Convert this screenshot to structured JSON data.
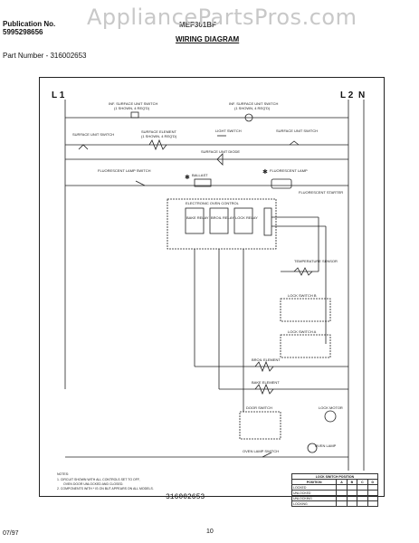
{
  "header": {
    "publication_label": "Publication No.",
    "publication_number": "5995298656",
    "model_code": "MEF301BF",
    "title": "WIRING DIAGRAM",
    "part_number": "Part Number - 316002653",
    "watermark": "AppliancePartsPros.com"
  },
  "diagram": {
    "line_labels": {
      "l1": "L 1",
      "l2": "L 2",
      "n": "N"
    },
    "labels": {
      "rf_switch": "INF. SURFACE UNIT SWITCH",
      "rf_note": "(1 SHOWN, 4 REQ'D)",
      "rr_switch": "INF. SURFACE UNIT SWITCH",
      "rr_note": "(1 SHOWN, 4 REQ'D)",
      "surface_unit_switch_left": "SURFACE UNIT SWITCH",
      "surface_element": "SURFACE ELEMENT",
      "surface_element_note": "(1 SHOWN, 4 REQ'D)",
      "light_switch": "LIGHT SWITCH",
      "surface_unit_switch_right": "SURFACE UNIT SWITCH",
      "surface_unit_diode": "SURFACE UNIT DIODE",
      "fluorescent_switch": "FLUORESCENT LAMP SWITCH",
      "ballast": "BALLAST",
      "fluorescent_lamp": "FLUORESCENT LAMP",
      "fluorescent_starter": "FLUORESCENT STARTER",
      "oven_control": "ELECTRONIC OVEN CONTROL",
      "relay_1": "BAKE RELAY",
      "relay_2": "BROIL RELAY",
      "relay_3": "LOCK RELAY",
      "temp_sensor": "TEMPERATURE SENSOR",
      "lock_switch_b": "LOCK SWITCH B",
      "lock_switch_a": "LOCK SWITCH A",
      "broil_element": "BROIL ELEMENT",
      "bake_element": "BAKE ELEMENT",
      "door_switch": "DOOR SWITCH",
      "lock_motor": "LOCK MOTOR",
      "oven_lamp_switch": "OVEN LAMP SWITCH",
      "oven_lamp": "OVEN LAMP",
      "starred_symbol": "✱"
    },
    "diagram_number": "316002653"
  },
  "notes": {
    "heading": "NOTES:",
    "note_1": "1. CIRCUIT SHOWN WITH ALL CONTROLS SET TO OFF,",
    "note_1b": "OVEN DOOR UNLOCKED AND CLOSED.",
    "note_2": "2. COMPONENTS WITH * IS ON BUT APPEARS ON ALL MODELS."
  },
  "table": {
    "title": "LOCK SWITCH POSITION",
    "headers": [
      "POSITION",
      "A",
      "B",
      "C",
      "D"
    ],
    "rows": [
      [
        "LOCKED",
        "",
        "",
        "",
        ""
      ],
      [
        "UNLOCKED",
        "",
        "",
        "",
        ""
      ],
      [
        "UNLOCKING",
        "",
        "",
        "",
        ""
      ],
      [
        "LOCKING",
        "",
        "",
        "",
        ""
      ]
    ]
  },
  "footer": {
    "date": "07/97",
    "page": "10"
  }
}
